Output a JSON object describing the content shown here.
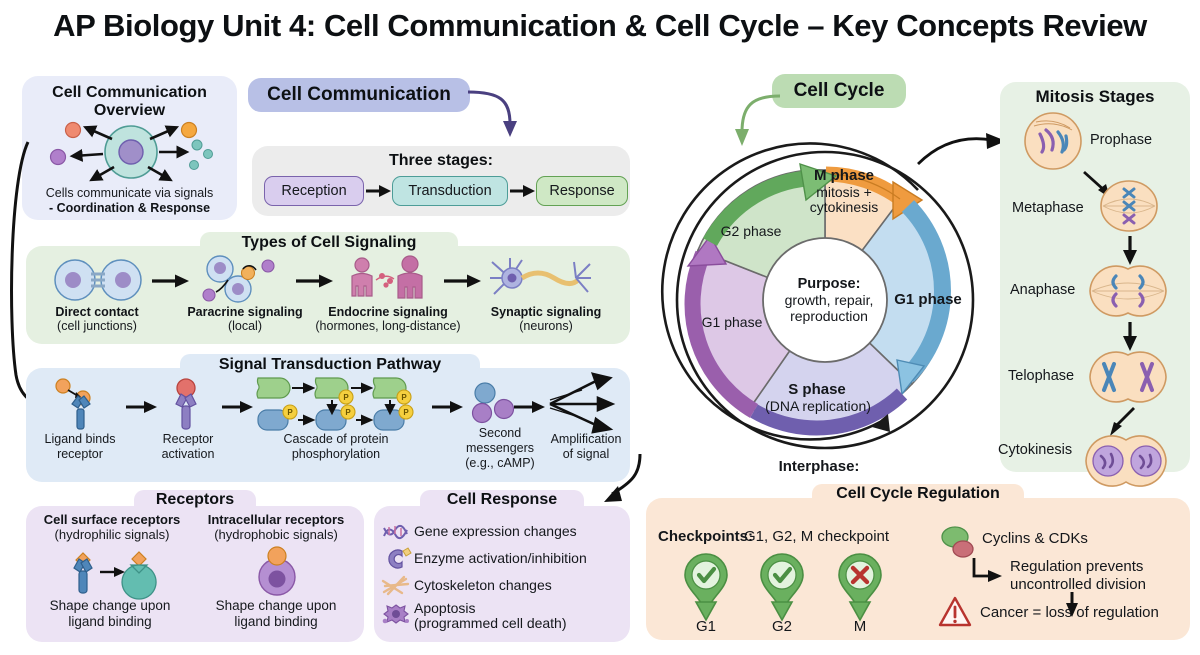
{
  "title": "AP Biology Unit 4: Cell Communication & Cell Cycle – Key Concepts Review",
  "left": {
    "overview": {
      "title_line1": "Cell Communication",
      "title_line2": "Overview",
      "caption_line1": "Cells communicate via signals",
      "caption_line2": "- Coordination & Response"
    },
    "section_badge": "Cell Communication",
    "three_stages": {
      "title": "Three stages:",
      "stages": [
        {
          "label": "Reception",
          "color": "#d9cdee"
        },
        {
          "label": "Transduction",
          "color": "#bfe4e2"
        },
        {
          "label": "Response",
          "color": "#cfe8c5"
        }
      ]
    },
    "signaling": {
      "title": "Types of Cell Signaling",
      "items": [
        {
          "name": "Direct contact",
          "sub": "(cell junctions)",
          "icon": "two-joined-cells-icon"
        },
        {
          "name": "Paracrine signaling",
          "sub": "(local)",
          "icon": "nearby-cells-icon"
        },
        {
          "name": "Endocrine signaling",
          "sub": "(hormones, long-distance)",
          "icon": "two-bodies-icon"
        },
        {
          "name": "Synaptic signaling",
          "sub": "(neurons)",
          "icon": "neuron-icon"
        }
      ]
    },
    "transduction": {
      "title": "Signal Transduction Pathway",
      "steps": [
        {
          "line1": "Ligand binds",
          "line2": "receptor",
          "icon": "receptor-ligand-icon"
        },
        {
          "line1": "Receptor",
          "line2": "activation",
          "icon": "activated-receptor-icon"
        },
        {
          "line1": "Cascade of protein",
          "line2": "phosphorylation",
          "icon": "kinase-cascade-icon"
        },
        {
          "line1": "Second",
          "line2": "messengers",
          "line3": "(e.g., cAMP)",
          "icon": "second-messenger-icon"
        },
        {
          "line1": "Amplification",
          "line2": "of signal",
          "icon": "amplification-arrows-icon"
        }
      ],
      "phospho_label": "P"
    },
    "receptors": {
      "title": "Receptors",
      "columns": [
        {
          "heading": "Cell surface receptors",
          "subheading": "(hydrophilic signals)",
          "caption_line1": "Shape change upon",
          "caption_line2": "ligand binding",
          "icon": "surface-receptor-icon"
        },
        {
          "heading": "Intracellular receptors",
          "subheading": "(hydrophobic signals)",
          "caption_line1": "Shape change upon",
          "caption_line2": "ligand binding",
          "icon": "intracellular-receptor-icon"
        }
      ]
    },
    "response": {
      "title": "Cell Response",
      "items": [
        {
          "label": "Gene expression changes",
          "icon": "dna-helix-icon"
        },
        {
          "label": "Enzyme activation/inhibition",
          "icon": "enzyme-icon"
        },
        {
          "label": "Cytoskeleton changes",
          "icon": "cytoskeleton-fibers-icon"
        },
        {
          "label": "Apoptosis",
          "label2": "(programmed cell death)",
          "icon": "apoptotic-cell-icon"
        }
      ]
    }
  },
  "right": {
    "section_badge": "Cell Cycle",
    "wheel": {
      "center_title": "Purpose:",
      "center_line1": "growth, repair,",
      "center_line2": "reproduction",
      "interphase_label": "Interphase:",
      "sectors": [
        {
          "name": "M phase",
          "sub1": "mitosis +",
          "sub2": "cytokinesis",
          "fill": "#fbe0c4",
          "ring": "#ef9b3f",
          "start_deg": -35,
          "end_deg": 22
        },
        {
          "name": "G1 phase",
          "sub1": "",
          "sub2": "",
          "fill": "#c3ddf0",
          "ring": "#6aa9cf",
          "start_deg": 22,
          "end_deg": 125
        },
        {
          "name": "S phase",
          "sub1": "(DNA replication)",
          "sub2": "",
          "fill": "#d4d3ee",
          "ring": "#6f5fae",
          "start_deg": 125,
          "end_deg": 205
        },
        {
          "name": "G1 phase",
          "sub1": "",
          "sub2": "",
          "fill": "#ddc8e6",
          "ring": "#9a5fac",
          "start_deg": 205,
          "end_deg": 270
        },
        {
          "name": "G2 phase",
          "sub1": "",
          "sub2": "",
          "fill": "#cfe4c9",
          "ring": "#61a85c",
          "start_deg": 270,
          "end_deg": 325
        }
      ]
    },
    "mitosis": {
      "title": "Mitosis Stages",
      "stages": [
        {
          "label": "Prophase",
          "icon": "prophase-cell-icon"
        },
        {
          "label": "Metaphase",
          "icon": "metaphase-cell-icon"
        },
        {
          "label": "Anaphase",
          "icon": "anaphase-cell-icon"
        },
        {
          "label": "Telophase",
          "icon": "telophase-cell-icon"
        },
        {
          "label": "Cytokinesis",
          "icon": "cytokinesis-cell-icon"
        }
      ]
    },
    "regulation": {
      "title": "Cell Cycle Regulation",
      "checkpoints_label": "Checkpoints:",
      "checkpoints_value": "G1, G2, M checkpoint",
      "pins": [
        {
          "label": "G1",
          "state": "check"
        },
        {
          "label": "G2",
          "state": "check"
        },
        {
          "label": "M",
          "state": "cross"
        }
      ],
      "cyclins_label": "Cyclins & CDKs",
      "regulation_line1": "Regulation prevents",
      "regulation_line2": "uncontrolled division",
      "cancer_label": "Cancer = loss of regulation"
    }
  },
  "colors": {
    "lavender_panel": "#e9ecf9",
    "grey_panel": "#ececec",
    "green_panel": "#e5f0e1",
    "blue_panel": "#dfeaf6",
    "purple_panel": "#ece3f4",
    "peach_panel": "#fbe7d6",
    "mint_panel": "#e7f1e5",
    "badge_blue": "#b8c0e6",
    "badge_green": "#bcdcb3"
  }
}
